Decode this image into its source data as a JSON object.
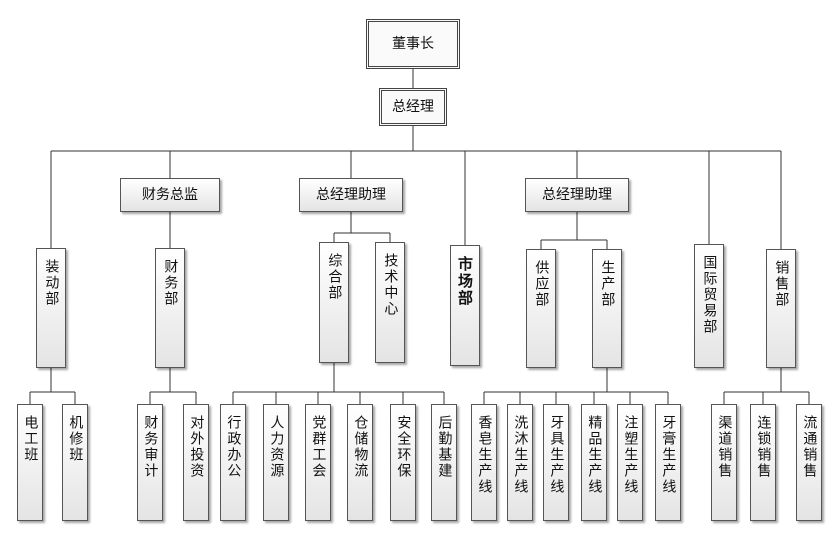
{
  "nodes": {
    "chairman": "董事长",
    "gm": "总经理",
    "finance_director": "财务总监",
    "gm_assistant_1": "总经理助理",
    "gm_assistant_2": "总经理助理",
    "assembly": "装动部",
    "finance": "财务部",
    "general": "综合部",
    "technology": "技术中心",
    "market": "市场部",
    "supply": "供应部",
    "production": "生产部",
    "intl_trade": "国际贸易部",
    "sales": "销售部",
    "electrician": "电工班",
    "repair": "机修班",
    "audit": "财务审计",
    "investment": "对外投资",
    "admin": "行政办公",
    "hr": "人力资源",
    "party": "党群工会",
    "warehouse": "仓储物流",
    "safety": "安全环保",
    "logistics": "后勤基建",
    "soap_line": "香皂生产线",
    "shampoo_line": "洗沐生产线",
    "toothbrush_line": "牙具生产线",
    "premium_line": "精品生产线",
    "molding_line": "注塑生产线",
    "toothpaste_line": "牙膏生产线",
    "channel_sales": "渠道销售",
    "chain_sales": "连锁销售",
    "retail_sales": "流通销售"
  }
}
